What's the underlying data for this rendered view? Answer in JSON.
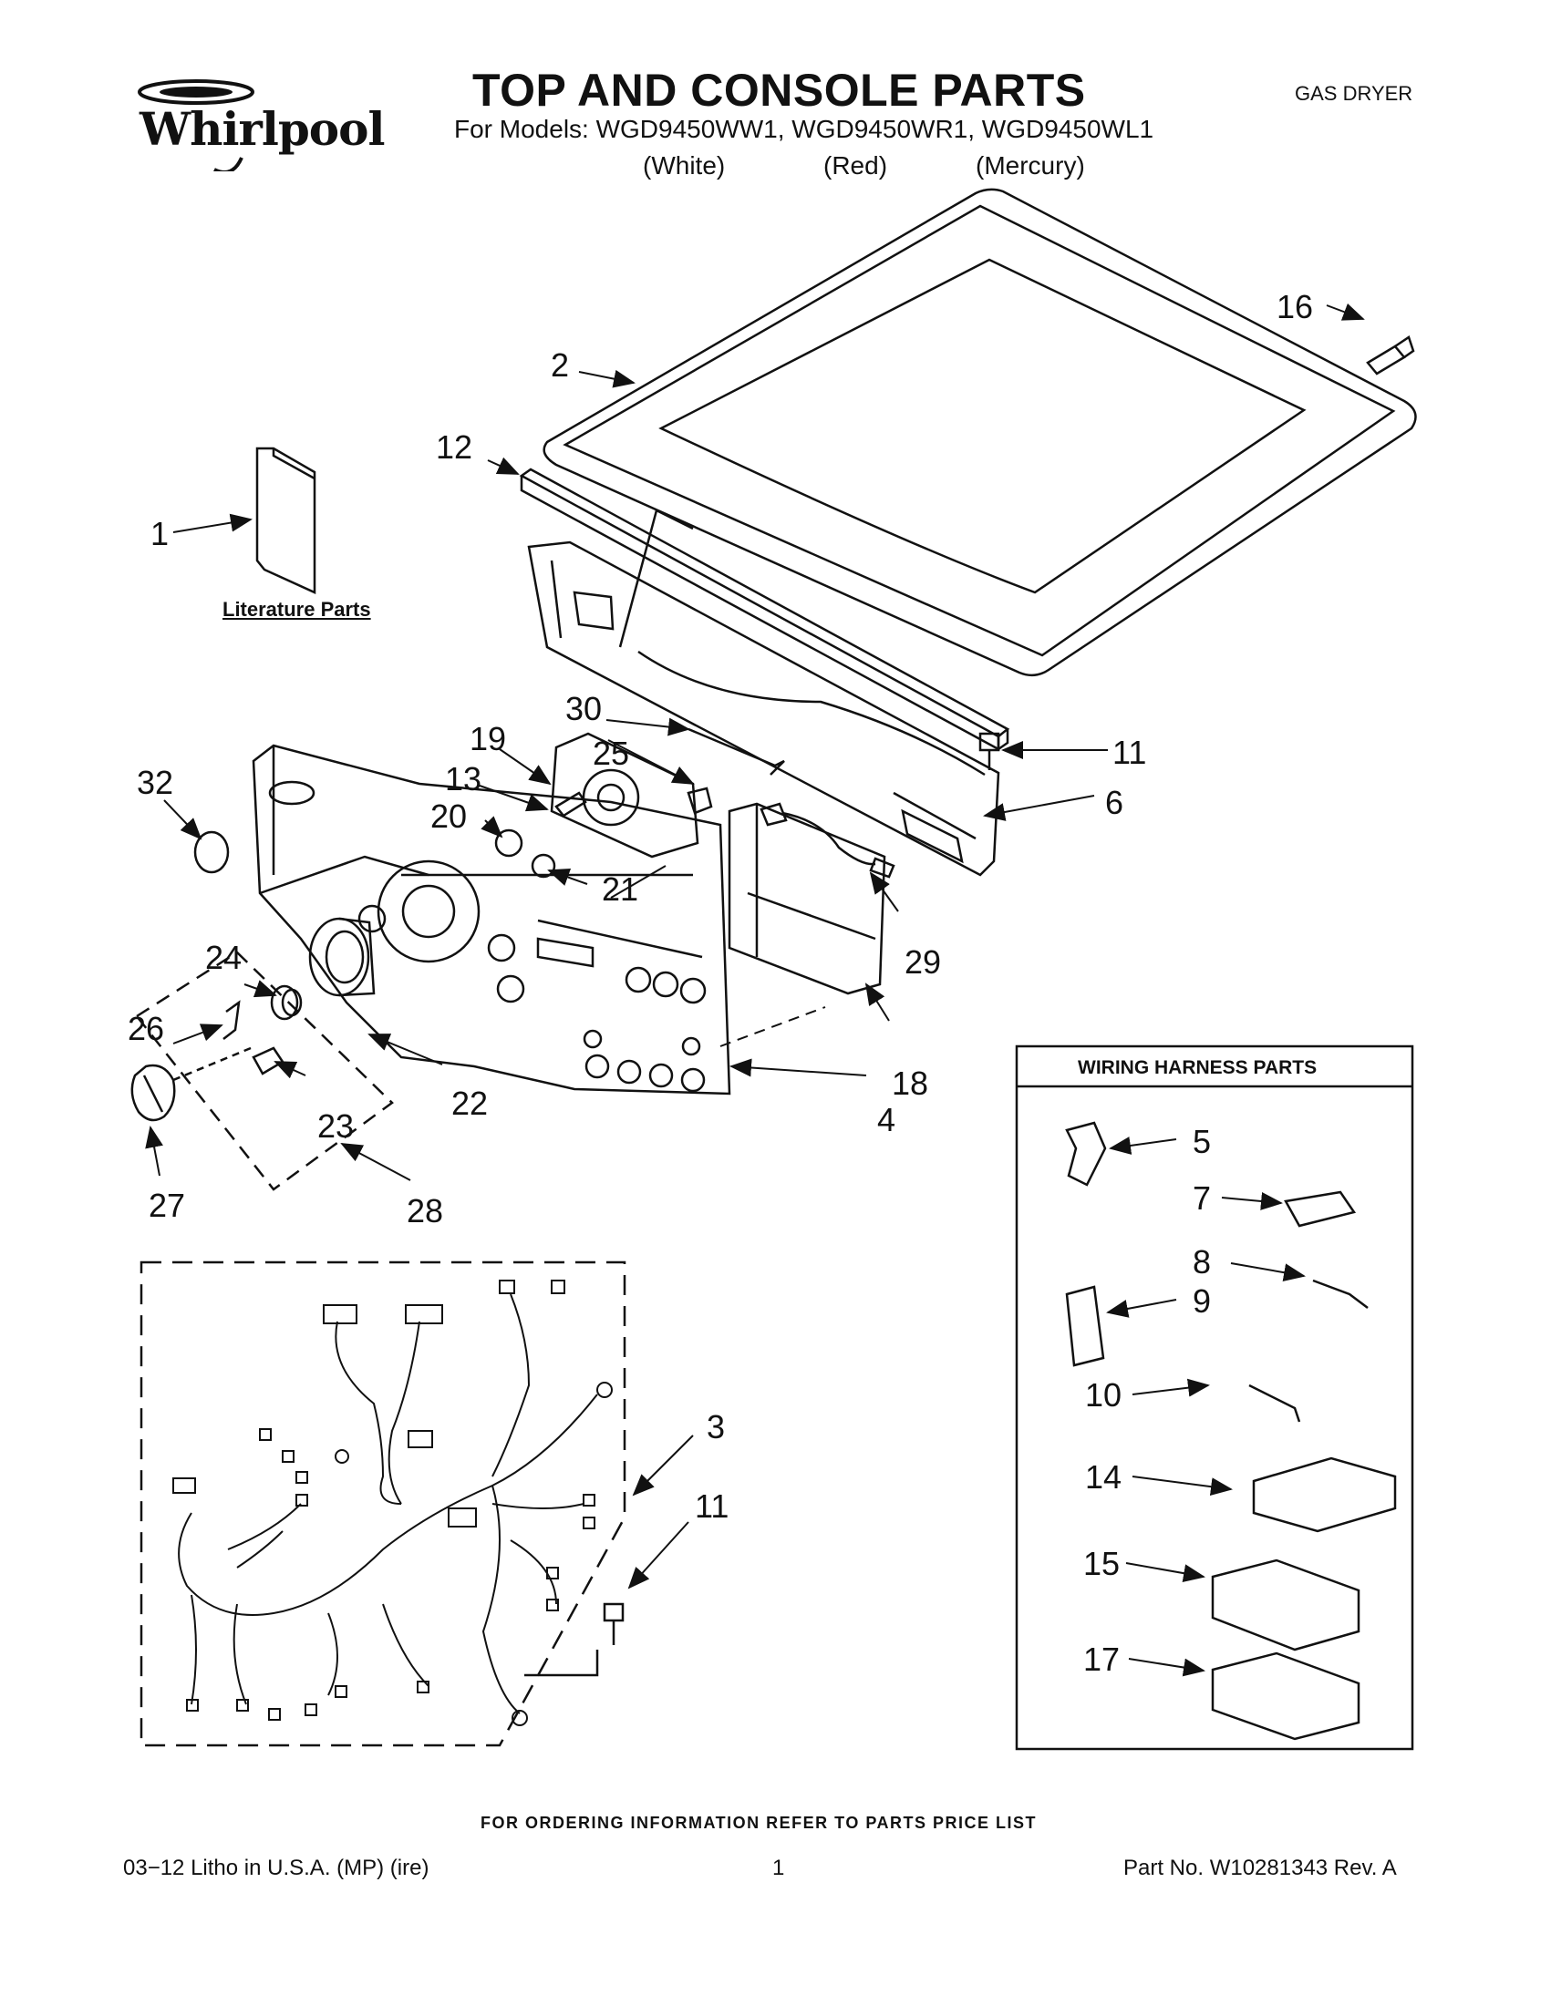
{
  "brand": "Whirlpool",
  "title": "TOP AND CONSOLE PARTS",
  "dryer_type": "GAS DRYER",
  "models_line": "For Models: WGD9450WW1, WGD9450WR1, WGD9450WL1",
  "colors": [
    "(White)",
    "(Red)",
    "(Mercury)"
  ],
  "literature_label": "Literature Parts",
  "harness_box_title": "WIRING HARNESS PARTS",
  "callouts": {
    "c1": "1",
    "c2": "2",
    "c3": "3",
    "c4": "4",
    "c5": "5",
    "c6": "6",
    "c7": "7",
    "c8": "8",
    "c9": "9",
    "c10": "10",
    "c11a": "11",
    "c11b": "11",
    "c12": "12",
    "c13": "13",
    "c14": "14",
    "c15": "15",
    "c16": "16",
    "c17": "17",
    "c18": "18",
    "c19": "19",
    "c20": "20",
    "c21": "21",
    "c22": "22",
    "c23": "23",
    "c24": "24",
    "c25": "25",
    "c26": "26",
    "c27": "27",
    "c28": "28",
    "c29": "29",
    "c30": "30",
    "c32": "32"
  },
  "footer": {
    "ordering_note": "FOR ORDERING INFORMATION REFER TO PARTS PRICE LIST",
    "litho": "03−12  Litho in U.S.A. (MP) (ire)",
    "page": "1",
    "part_no": "Part No. W10281343 Rev. A"
  }
}
